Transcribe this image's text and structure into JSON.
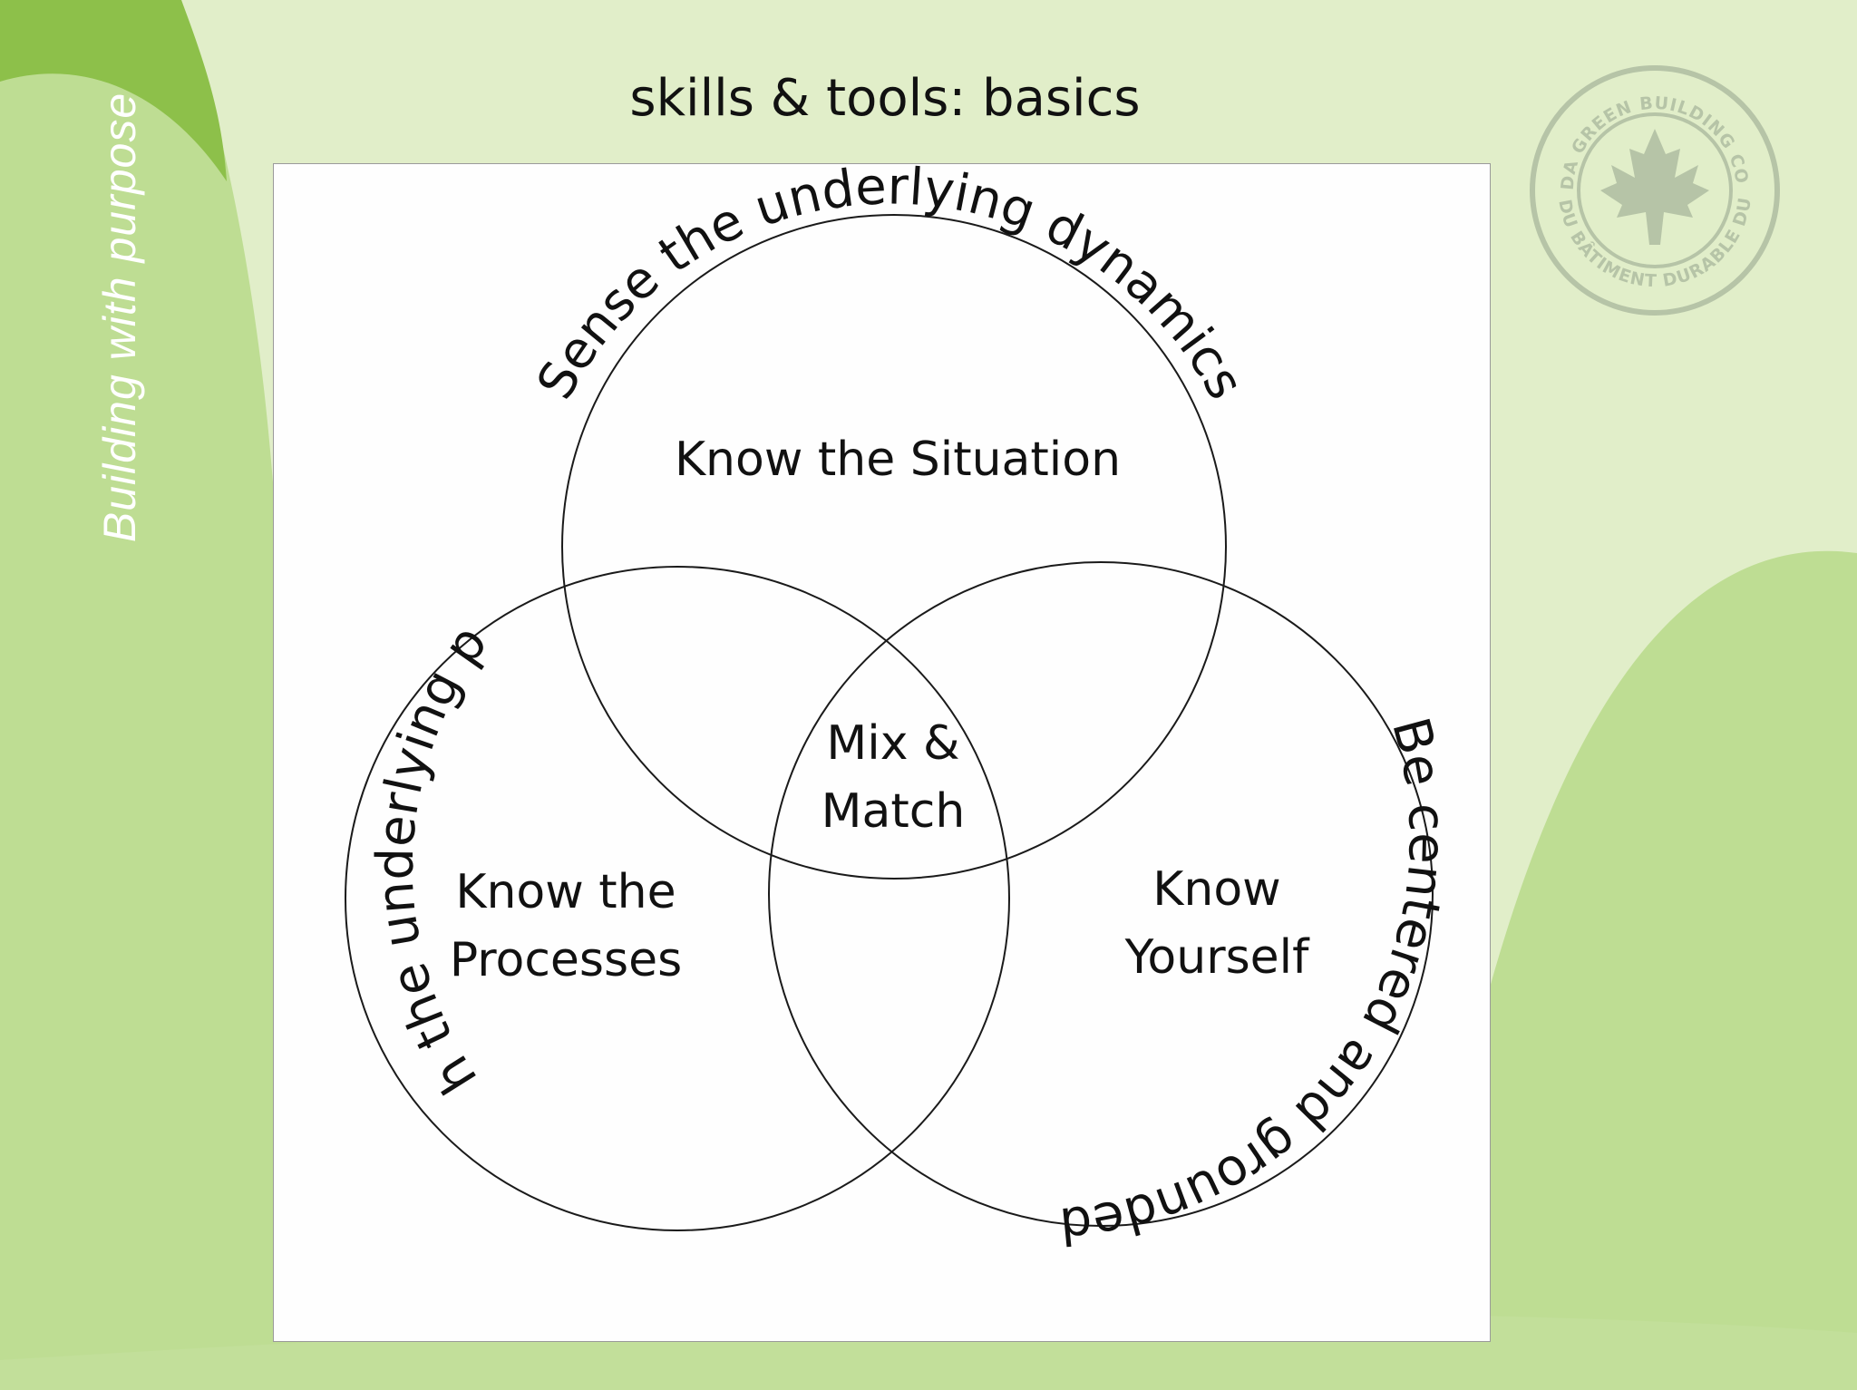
{
  "sidebar": {
    "tagline": "Building  with purpose"
  },
  "header": {
    "title": "skills & tools: basics"
  },
  "logo": {
    "top_text": "CANADA GREEN BUILDING COUNCIL",
    "bottom_text": "CONSEIL DU BÂTIMENT DURABLE DU CANADA",
    "icon": "maple-leaf-icon"
  },
  "diagram": {
    "circles": {
      "top": "Know the Situation",
      "left": [
        "Know the",
        "Processes"
      ],
      "right": [
        "Know",
        "Yourself"
      ],
      "center": [
        "Mix &",
        "Match"
      ]
    },
    "arc_labels": {
      "top": "Sense the underlying dynamics",
      "left": "Work with the underlying principles",
      "right": "Be centered and grounded"
    }
  },
  "colors": {
    "background": "#bedd93",
    "accent_green": "#8dc04a",
    "panel_light": "#e1eec9",
    "logo_gray": "#b6c4a7"
  }
}
